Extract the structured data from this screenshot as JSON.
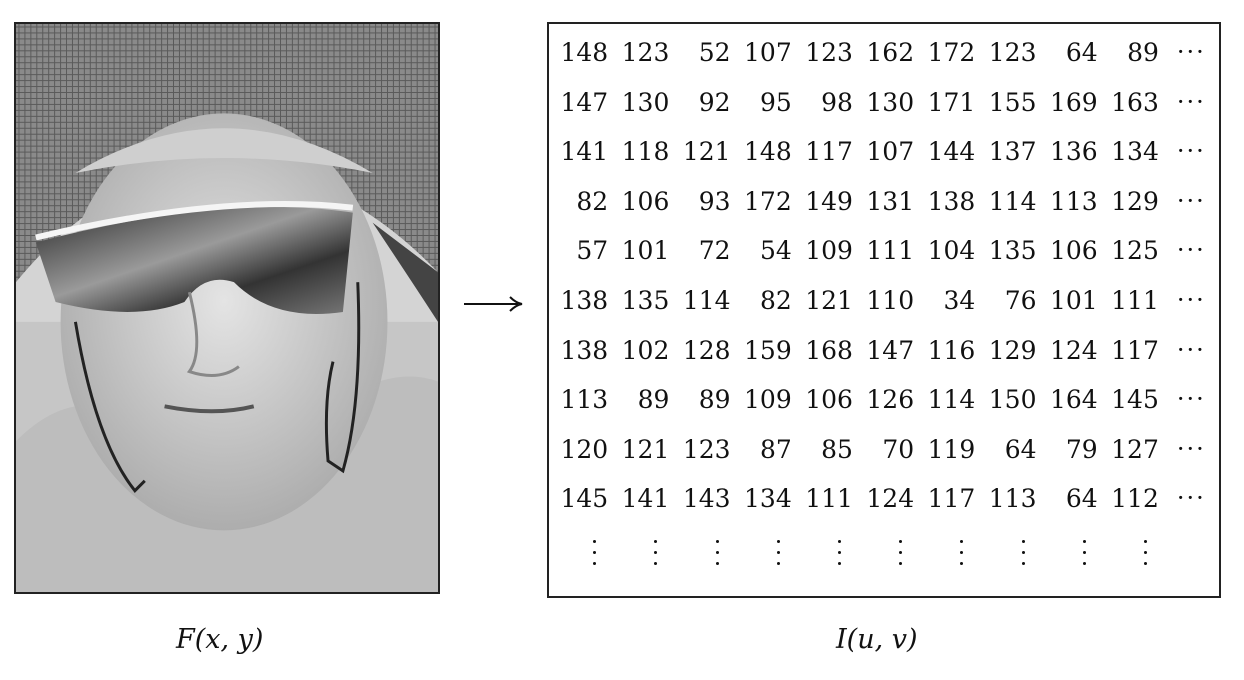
{
  "photo": {
    "description_icon": "face-with-hat-and-sunglasses"
  },
  "arrow_symbol": "→",
  "matrix": {
    "rows": [
      [
        "148",
        "123",
        "52",
        "107",
        "123",
        "162",
        "172",
        "123",
        "64",
        "89"
      ],
      [
        "147",
        "130",
        "92",
        "95",
        "98",
        "130",
        "171",
        "155",
        "169",
        "163"
      ],
      [
        "141",
        "118",
        "121",
        "148",
        "117",
        "107",
        "144",
        "137",
        "136",
        "134"
      ],
      [
        "82",
        "106",
        "93",
        "172",
        "149",
        "131",
        "138",
        "114",
        "113",
        "129"
      ],
      [
        "57",
        "101",
        "72",
        "54",
        "109",
        "111",
        "104",
        "135",
        "106",
        "125"
      ],
      [
        "138",
        "135",
        "114",
        "82",
        "121",
        "110",
        "34",
        "76",
        "101",
        "111"
      ],
      [
        "138",
        "102",
        "128",
        "159",
        "168",
        "147",
        "116",
        "129",
        "124",
        "117"
      ],
      [
        "113",
        "89",
        "89",
        "109",
        "106",
        "126",
        "114",
        "150",
        "164",
        "145"
      ],
      [
        "120",
        "121",
        "123",
        "87",
        "85",
        "70",
        "119",
        "64",
        "79",
        "127"
      ],
      [
        "145",
        "141",
        "143",
        "134",
        "111",
        "124",
        "117",
        "113",
        "64",
        "112"
      ]
    ],
    "row_ellipsis": "···"
  },
  "captions": {
    "left": "F(x, y)",
    "right": "I(u, v)"
  }
}
